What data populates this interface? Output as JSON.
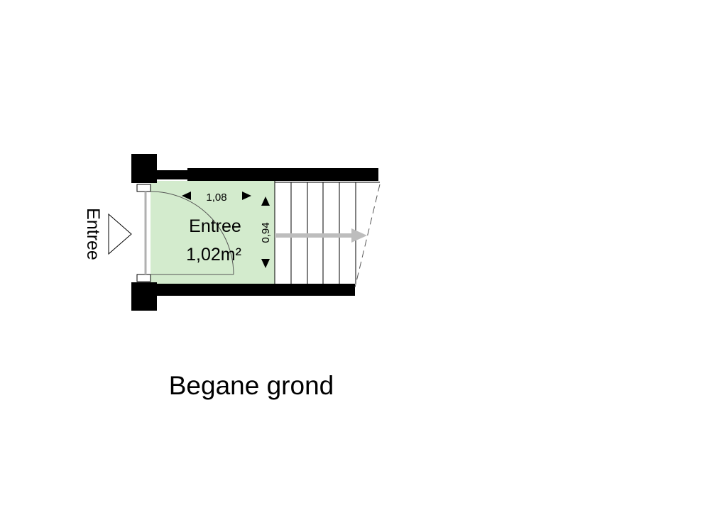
{
  "plan": {
    "floor_title": "Begane grond",
    "entrance_label": "Entree",
    "room": {
      "name": "Entree",
      "area": "1,02m²",
      "width_dim": "1,08",
      "depth_dim": "0,94"
    }
  },
  "colors": {
    "room_fill": "#d3ebcd",
    "wall": "#000000",
    "arrow": "#bdbdbd"
  }
}
